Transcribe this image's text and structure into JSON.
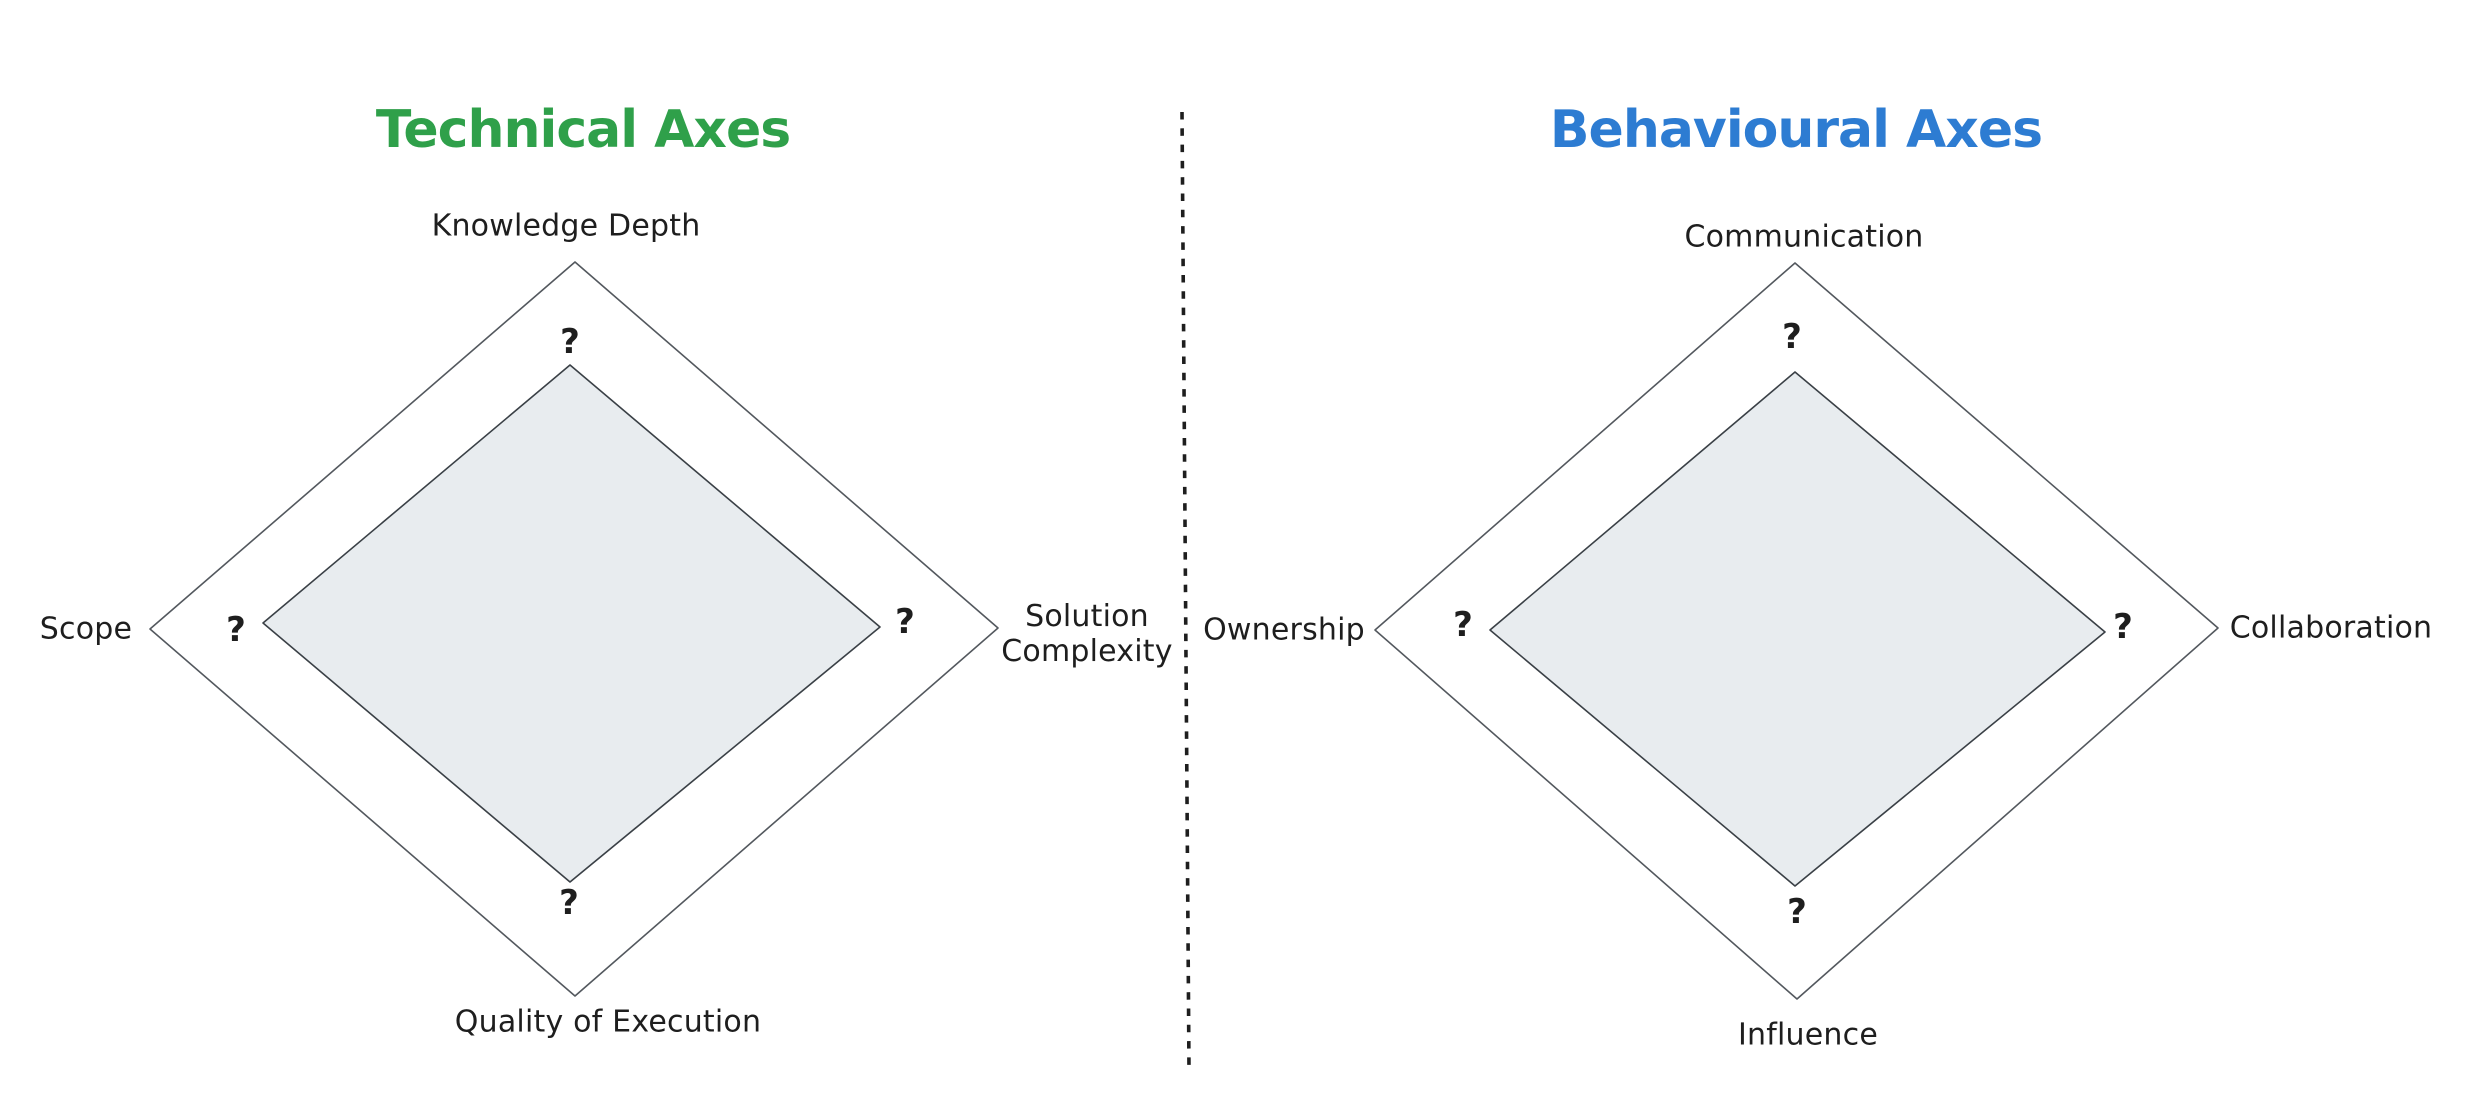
{
  "page": {
    "background": "#ffffff",
    "text_color": "#1e1e1e"
  },
  "charts": {
    "technical": {
      "title": "Technical Axes",
      "title_color": "#2fa04a",
      "inner_fill": "#e8ecef",
      "axes": {
        "top": "Knowledge Depth",
        "right": "Solution\nComplexity",
        "bottom": "Quality of Execution",
        "left": "Scope"
      },
      "values": {
        "top": "?",
        "right": "?",
        "bottom": "?",
        "left": "?"
      }
    },
    "behavioural": {
      "title": "Behavioural Axes",
      "title_color": "#2d7cd2",
      "inner_fill": "#e8ecef",
      "axes": {
        "top": "Communication",
        "right": "Collaboration",
        "bottom": "Influence",
        "left": "Ownership"
      },
      "values": {
        "top": "?",
        "right": "?",
        "bottom": "?",
        "left": "?"
      }
    }
  },
  "chart_data": [
    {
      "type": "radar",
      "title": "Technical Axes",
      "categories": [
        "Knowledge Depth",
        "Solution Complexity",
        "Quality of Execution",
        "Scope"
      ],
      "values": [
        "?",
        "?",
        "?",
        "?"
      ]
    },
    {
      "type": "radar",
      "title": "Behavioural Axes",
      "categories": [
        "Communication",
        "Collaboration",
        "Influence",
        "Ownership"
      ],
      "values": [
        "?",
        "?",
        "?",
        "?"
      ]
    }
  ]
}
